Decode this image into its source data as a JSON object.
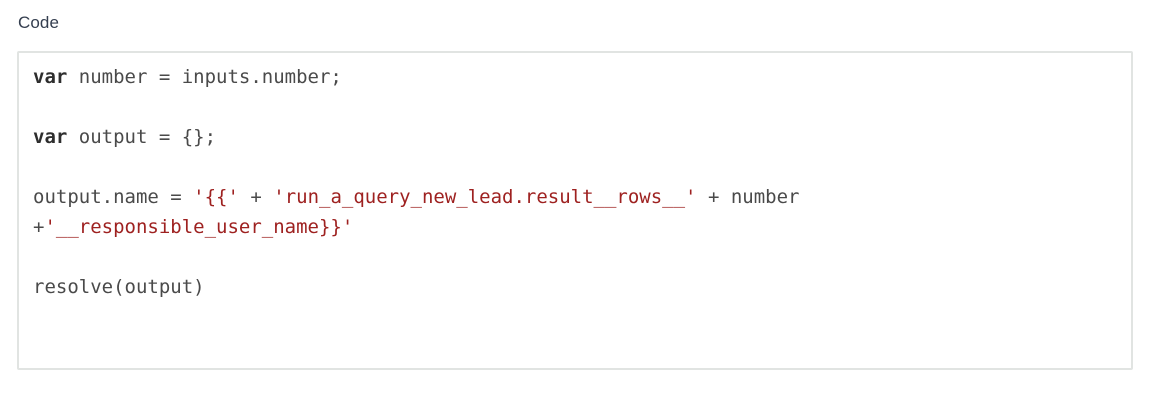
{
  "header": {
    "title": "Code"
  },
  "colors": {
    "editor_border": "#e1e4e2",
    "label_text": "#343e4f",
    "code_plain": "#4a4a4a",
    "code_keyword": "#2e2e2e",
    "code_string": "#9e2120",
    "background": "#ffffff"
  },
  "code_editor": {
    "language": "javascript",
    "lines": [
      {
        "segments": [
          {
            "t": "keyword",
            "v": "var"
          },
          {
            "t": "plain",
            "v": " number = inputs.number;"
          }
        ]
      },
      {
        "segments": []
      },
      {
        "segments": [
          {
            "t": "keyword",
            "v": "var"
          },
          {
            "t": "plain",
            "v": " output = {};"
          }
        ]
      },
      {
        "segments": []
      },
      {
        "segments": [
          {
            "t": "plain",
            "v": "output.name = "
          },
          {
            "t": "string",
            "v": "'{{'"
          },
          {
            "t": "plain",
            "v": " + "
          },
          {
            "t": "string",
            "v": "'run_a_query_new_lead.result__rows__'"
          },
          {
            "t": "plain",
            "v": " + number"
          }
        ]
      },
      {
        "segments": [
          {
            "t": "plain",
            "v": "+"
          },
          {
            "t": "string",
            "v": "'__responsible_user_name}}'"
          }
        ]
      },
      {
        "segments": []
      },
      {
        "segments": [
          {
            "t": "plain",
            "v": "resolve(output)"
          }
        ]
      }
    ]
  }
}
